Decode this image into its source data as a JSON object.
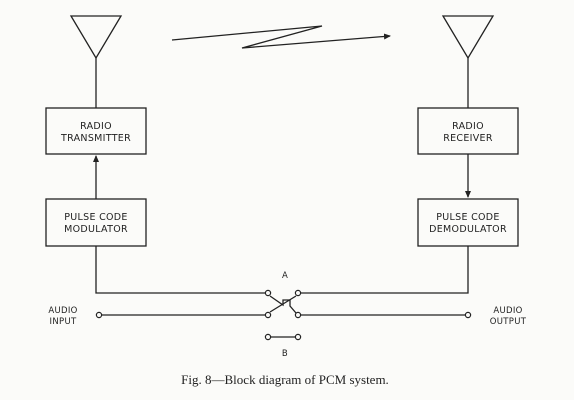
{
  "figure": {
    "caption": "Fig. 8—Block diagram of PCM system."
  },
  "blocks": {
    "radio_transmitter": {
      "line1": "RADIO",
      "line2": "TRANSMITTER"
    },
    "radio_receiver": {
      "line1": "RADIO",
      "line2": "RECEIVER"
    },
    "pcm_modulator": {
      "line1": "PULSE CODE",
      "line2": "MODULATOR"
    },
    "pcm_demodulator": {
      "line1": "PULSE CODE",
      "line2": "DEMODULATOR"
    }
  },
  "terminals": {
    "audio_input": {
      "line1": "AUDIO",
      "line2": "INPUT"
    },
    "audio_output": {
      "line1": "AUDIO",
      "line2": "OUTPUT"
    }
  },
  "switch_labels": {
    "a": "A",
    "b": "B"
  }
}
